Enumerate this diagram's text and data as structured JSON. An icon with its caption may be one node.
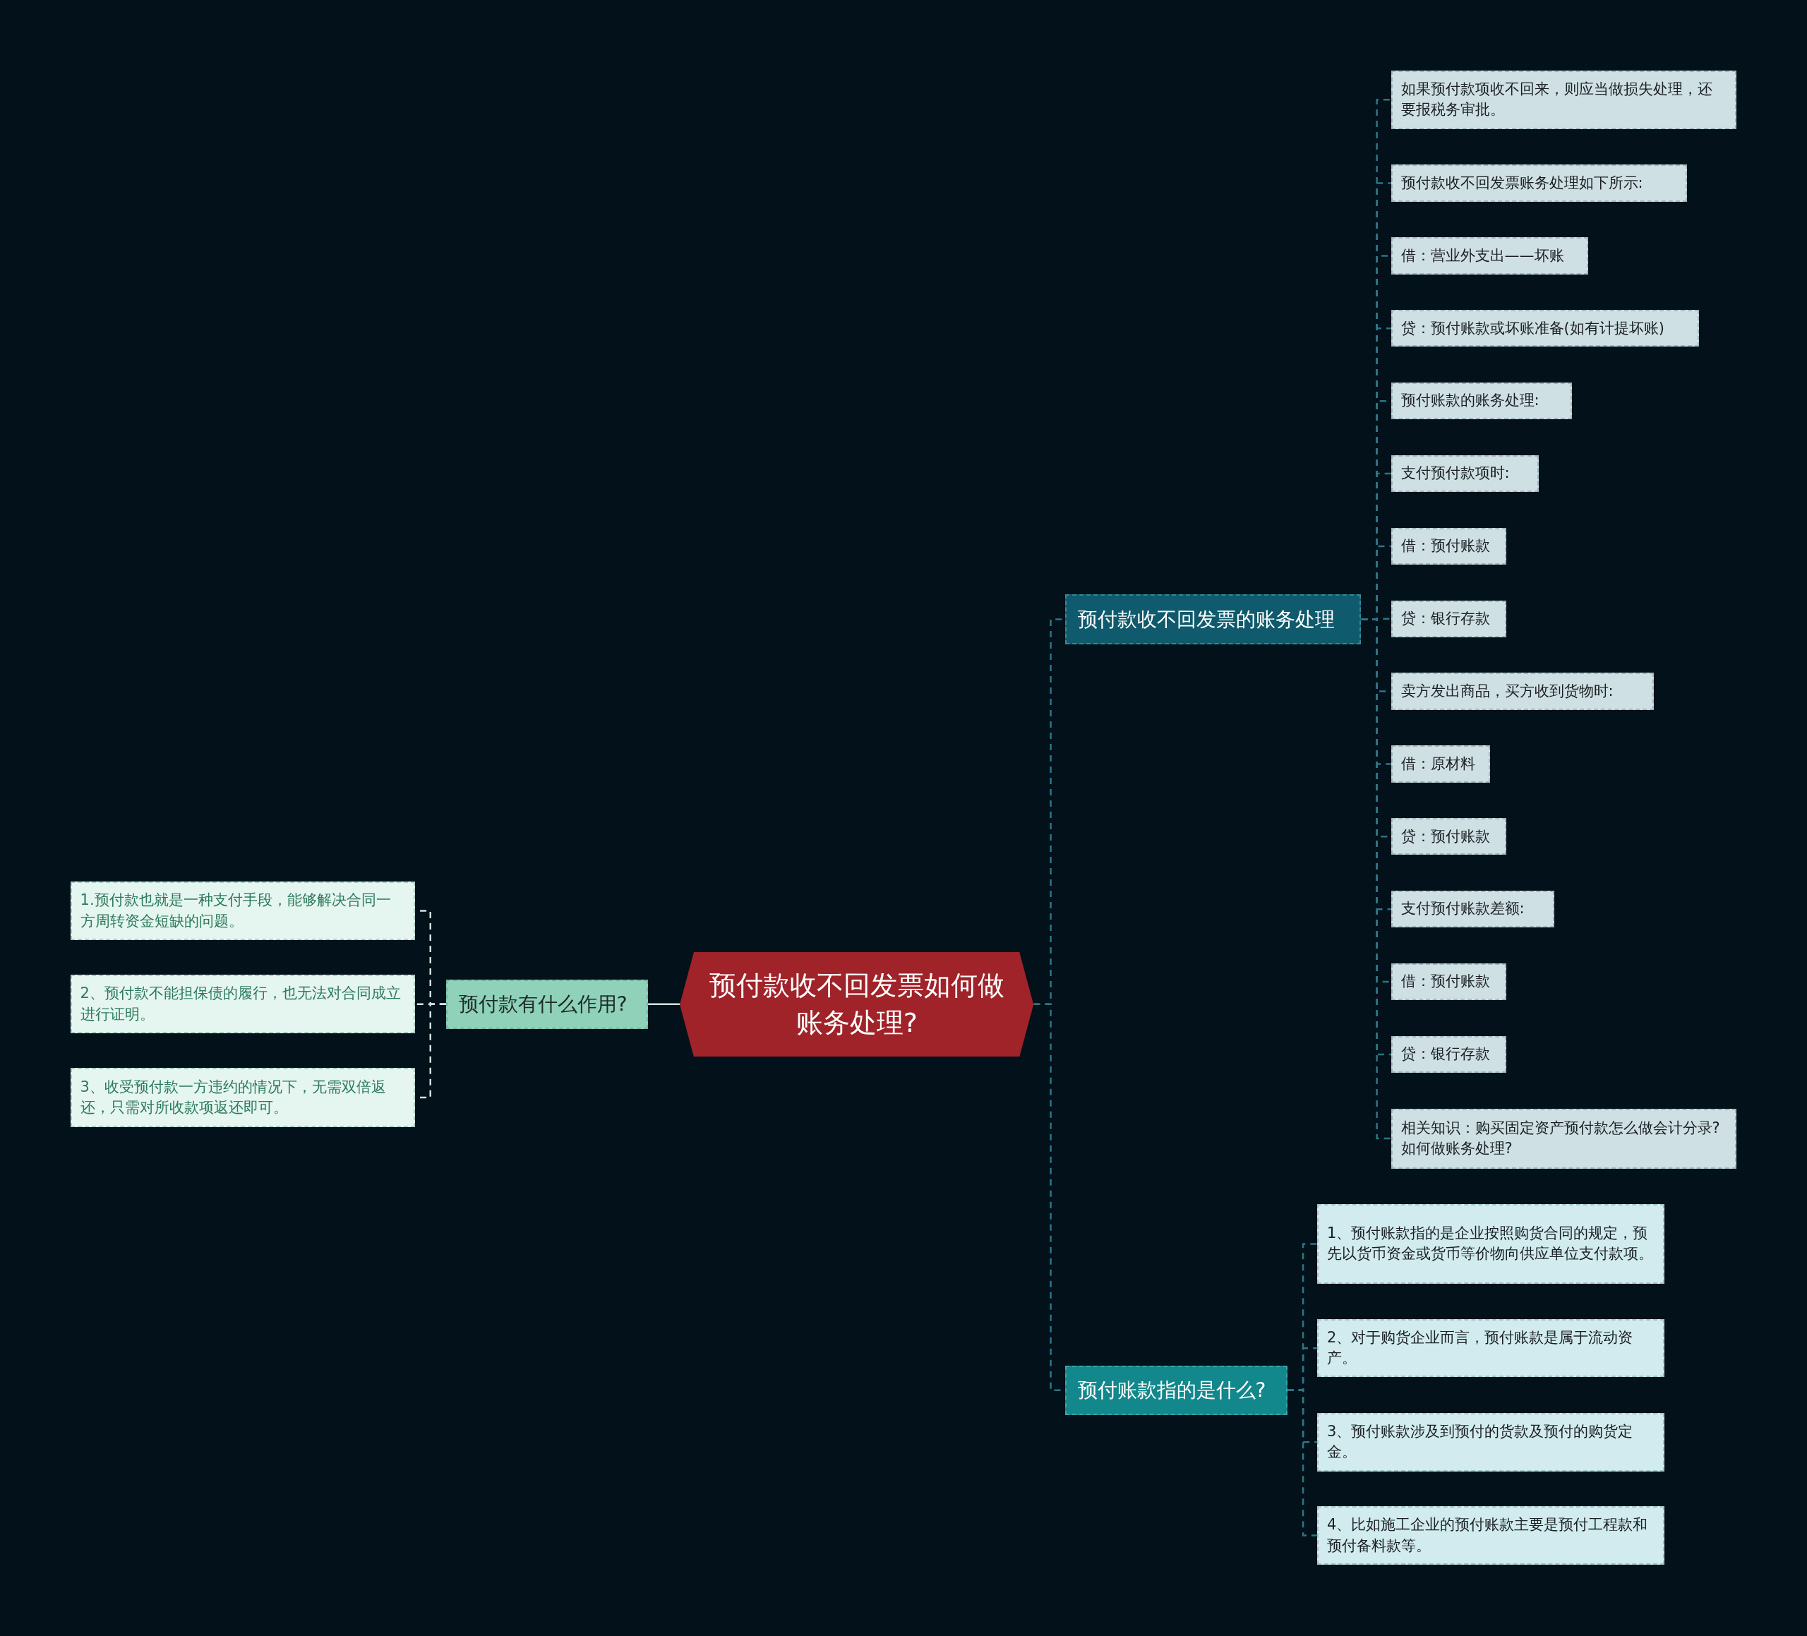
{
  "diagram": {
    "nodes": [
      {
        "text": [
          "预付款收不回发票如何做账务处理?"
        ]
      },
      {
        "text": [
          "预付款收不回发票的账务处理"
        ]
      },
      {
        "text": [
          "如果预付款项收不回来，则应当做损失处理，还要报税务审批。"
        ]
      },
      {
        "text": [
          "预付款收不回发票账务处理如下所示:"
        ]
      },
      {
        "text": [
          "借：营业外支出——坏账"
        ]
      },
      {
        "text": [
          "贷：预付账款或坏账准备(如有计提坏账)"
        ]
      },
      {
        "text": [
          "预付账款的账务处理:"
        ]
      },
      {
        "text": [
          "支付预付款项时:"
        ]
      },
      {
        "text": [
          "借：预付账款"
        ]
      },
      {
        "text": [
          "贷：银行存款"
        ]
      },
      {
        "text": [
          "卖方发出商品，买方收到货物时:"
        ]
      },
      {
        "text": [
          "借：原材料"
        ]
      },
      {
        "text": [
          "贷：预付账款"
        ]
      },
      {
        "text": [
          "支付预付账款差额:"
        ]
      },
      {
        "text": [
          "借：预付账款"
        ]
      },
      {
        "text": [
          "贷：银行存款"
        ]
      },
      {
        "text": [
          "相关知识：购买固定资产预付款怎么做会计分录?如何做账务处理?"
        ]
      },
      {
        "text": [
          "预付账款指的是什么?"
        ]
      },
      {
        "text": [
          "1、预付账款指的是企业按照购货合同的规定，预先以货币资金或货币等价物向供应单位支付款项。"
        ]
      },
      {
        "text": [
          "2、对于购货企业而言，预付账款是属于流动资产。"
        ]
      },
      {
        "text": [
          "3、预付账款涉及到预付的货款及预付的购货定金。"
        ]
      },
      {
        "text": [
          "4、比如施工企业的预付账款主要是预付工程款和预付备料款等。"
        ]
      },
      {
        "text": [
          "预付款有什么作用?"
        ]
      },
      {
        "text": [
          "1.预付款也就是一种支付手段，能够解决合同一方周转资金短缺的问题。"
        ]
      },
      {
        "text": [
          "2、预付款不能担保债的履行，也无法对合同成立进行证明。"
        ]
      },
      {
        "text": [
          "3、收受预付款一方违约的情况下，无需双倍返还，只需对所收款项返还即可。"
        ]
      }
    ],
    "edges": [
      {
        "from": 0,
        "to": 1,
        "arrow": "none",
        "style": "dashed"
      },
      {
        "from": 1,
        "to": 2,
        "arrow": "none",
        "style": "dashed"
      },
      {
        "from": 1,
        "to": 3,
        "arrow": "none",
        "style": "dashed"
      },
      {
        "from": 1,
        "to": 4,
        "arrow": "none",
        "style": "dashed"
      },
      {
        "from": 1,
        "to": 5,
        "arrow": "none",
        "style": "dashed"
      },
      {
        "from": 1,
        "to": 6,
        "arrow": "none",
        "style": "dashed"
      },
      {
        "from": 1,
        "to": 7,
        "arrow": "none",
        "style": "dashed"
      },
      {
        "from": 1,
        "to": 8,
        "arrow": "none",
        "style": "dashed"
      },
      {
        "from": 1,
        "to": 9,
        "arrow": "none",
        "style": "dashed"
      },
      {
        "from": 1,
        "to": 10,
        "arrow": "none",
        "style": "dashed"
      },
      {
        "from": 1,
        "to": 11,
        "arrow": "none",
        "style": "dashed"
      },
      {
        "from": 1,
        "to": 12,
        "arrow": "none",
        "style": "dashed"
      },
      {
        "from": 1,
        "to": 13,
        "arrow": "none",
        "style": "dashed"
      },
      {
        "from": 1,
        "to": 14,
        "arrow": "none",
        "style": "dashed"
      },
      {
        "from": 1,
        "to": 15,
        "arrow": "none",
        "style": "dashed"
      },
      {
        "from": 1,
        "to": 16,
        "arrow": "none",
        "style": "dashed"
      },
      {
        "from": 0,
        "to": 17,
        "arrow": "none",
        "style": "dashed"
      },
      {
        "from": 17,
        "to": 18,
        "arrow": "none",
        "style": "dashed"
      },
      {
        "from": 17,
        "to": 19,
        "arrow": "none",
        "style": "dashed"
      },
      {
        "from": 17,
        "to": 20,
        "arrow": "none",
        "style": "dashed"
      },
      {
        "from": 17,
        "to": 21,
        "arrow": "none",
        "style": "dashed"
      },
      {
        "from": 0,
        "to": 22,
        "arrow": "none",
        "color": "#cfe3df"
      },
      {
        "from": 22,
        "to": 23,
        "arrow": "none",
        "style": "dashed",
        "color": "#cfe3df"
      },
      {
        "from": 22,
        "to": 24,
        "arrow": "none",
        "style": "dashed",
        "color": "#cfe3df"
      },
      {
        "from": 22,
        "to": 25,
        "arrow": "none",
        "style": "dashed",
        "color": "#cfe3df"
      }
    ]
  }
}
